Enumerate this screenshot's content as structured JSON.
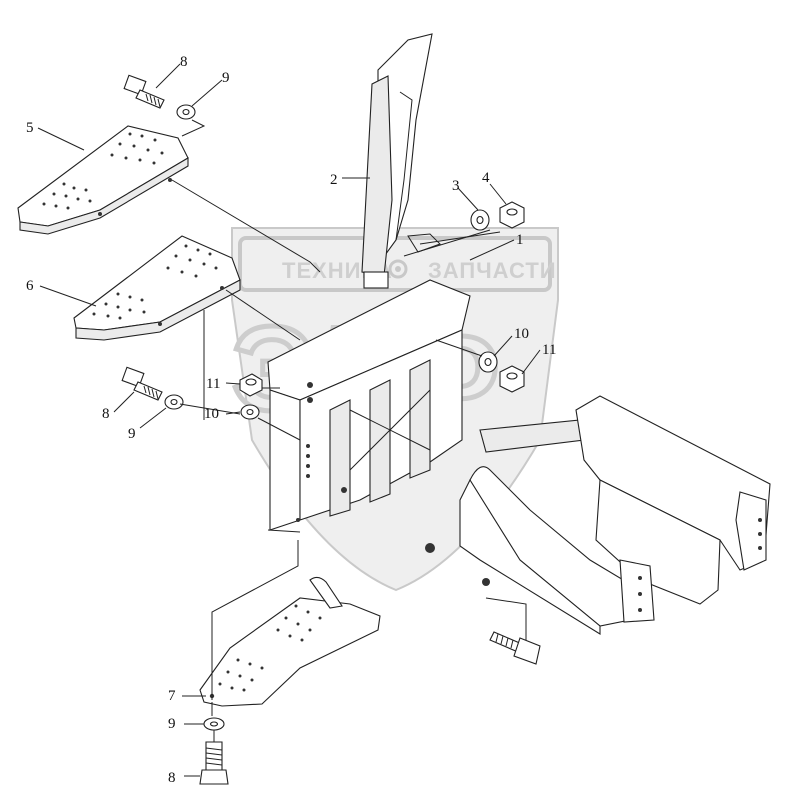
{
  "watermark": {
    "text_left": "ТЕХНИКА",
    "text_right": "ЗАПЧАСТИ",
    "emblem": "ЭЛФ",
    "gear_icon": "gear-icon"
  },
  "callouts": [
    {
      "id": "c1",
      "label": "1"
    },
    {
      "id": "c2",
      "label": "2"
    },
    {
      "id": "c3",
      "label": "3"
    },
    {
      "id": "c4",
      "label": "4"
    },
    {
      "id": "c5",
      "label": "5"
    },
    {
      "id": "c6",
      "label": "6"
    },
    {
      "id": "c7",
      "label": "7"
    },
    {
      "id": "c8a",
      "label": "8"
    },
    {
      "id": "c8b",
      "label": "8"
    },
    {
      "id": "c8c",
      "label": "8"
    },
    {
      "id": "c9a",
      "label": "9"
    },
    {
      "id": "c9b",
      "label": "9"
    },
    {
      "id": "c9c",
      "label": "9"
    },
    {
      "id": "c10a",
      "label": "10"
    },
    {
      "id": "c10b",
      "label": "10"
    },
    {
      "id": "c11a",
      "label": "11"
    },
    {
      "id": "c11b",
      "label": "11"
    }
  ]
}
